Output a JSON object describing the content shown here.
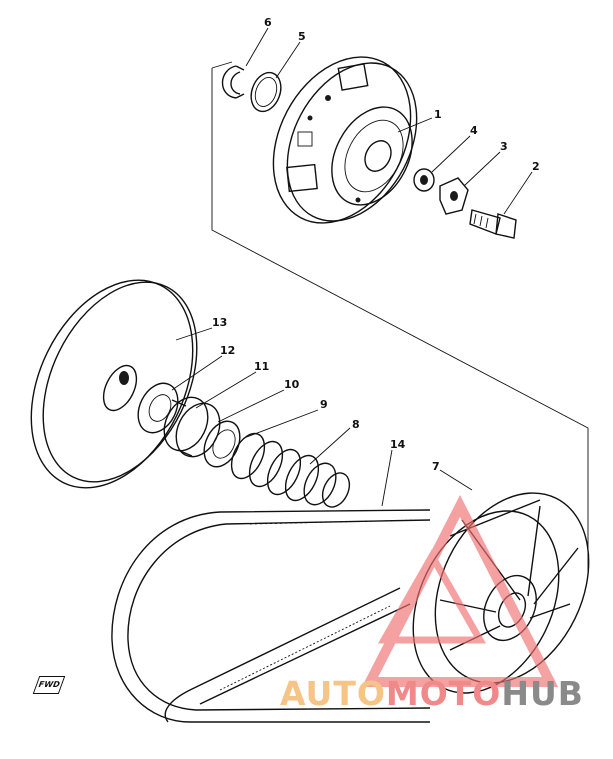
{
  "callouts": [
    {
      "id": "1",
      "label": "1"
    },
    {
      "id": "2",
      "label": "2"
    },
    {
      "id": "3",
      "label": "3"
    },
    {
      "id": "4",
      "label": "4"
    },
    {
      "id": "5",
      "label": "5"
    },
    {
      "id": "6",
      "label": "6"
    },
    {
      "id": "7",
      "label": "7"
    },
    {
      "id": "8",
      "label": "8"
    },
    {
      "id": "9",
      "label": "9"
    },
    {
      "id": "10",
      "label": "10"
    },
    {
      "id": "11",
      "label": "11"
    },
    {
      "id": "12",
      "label": "12"
    },
    {
      "id": "13",
      "label": "13"
    },
    {
      "id": "14",
      "label": "14"
    }
  ],
  "front_marker": "FWD",
  "watermark": {
    "part1": "AUTO",
    "part2": "MOTO",
    "part3": "HUB",
    "color_1": "#f6c487",
    "color_2": "#f08a8a",
    "color_3": "#8a8a8a"
  },
  "colors": {
    "ink": "#111111",
    "background": "#ffffff",
    "logo_red": "#f07070"
  }
}
